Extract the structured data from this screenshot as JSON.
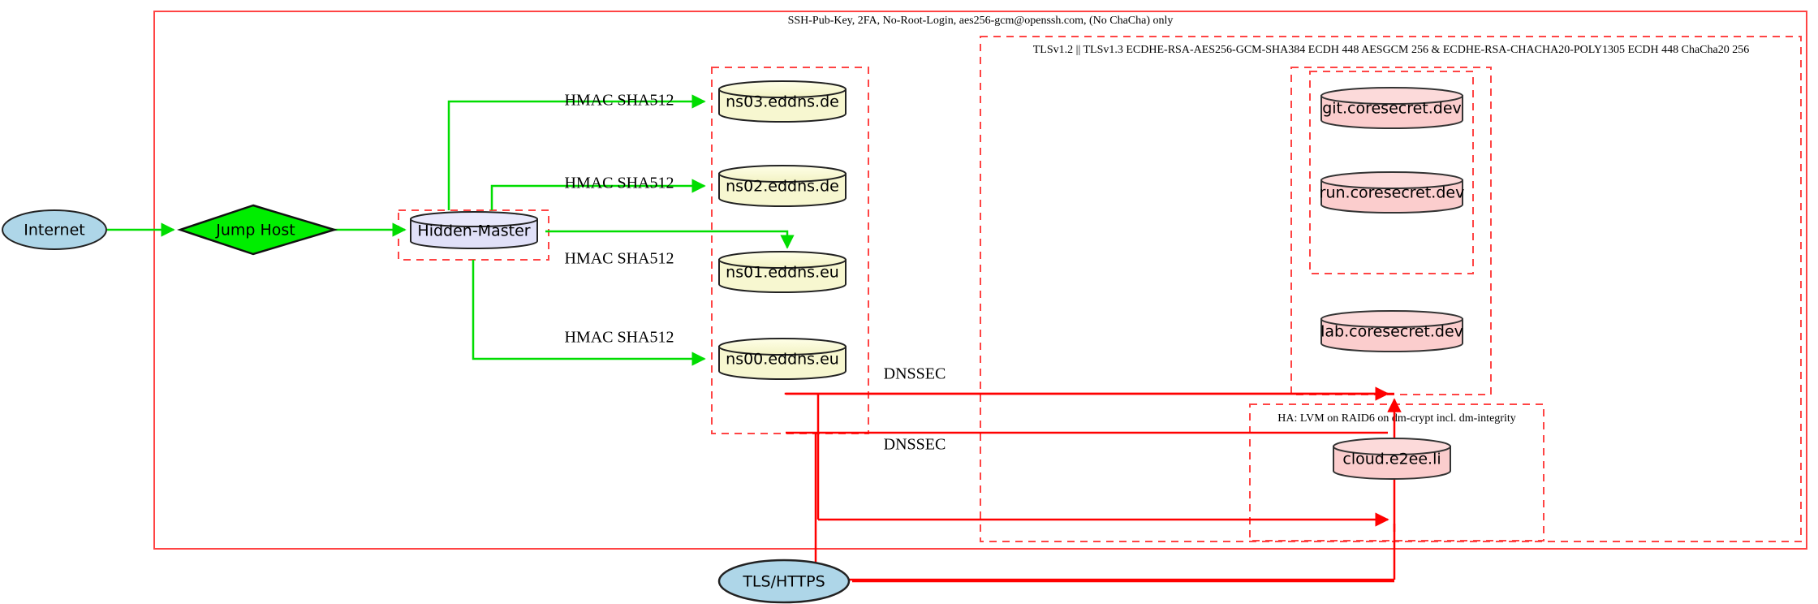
{
  "diagram": {
    "title": "Hidden-Master DNS and Service Infrastructure",
    "colors": {
      "boundary_red": "#ff5555",
      "solid_red": "#ff0000",
      "green_edge": "#00dd00",
      "jumphost_fill": "#00ee00",
      "internet_fill": "#aed6e8",
      "master_fill": "#e0e0f8",
      "ns_fill": "#f7f7d0",
      "service_fill": "#fbcdcd",
      "stroke_dark": "#333333"
    },
    "clusters": [
      {
        "id": "outer",
        "label": "SSH-Pub-Key, 2FA, No-Root-Login, aes256-gcm@openssh.com, (No ChaCha) only"
      },
      {
        "id": "tls",
        "label": "TLSv1.2 || TLSv1.3 ECDHE-RSA-AES256-GCM-SHA384 ECDH 448 AESGCM 256 & ECDHE-RSA-CHACHA20-POLY1305 ECDH 448 ChaCha20 256"
      },
      {
        "id": "ha",
        "label": "HA: LVM on RAID6 on dm-crypt incl. dm-integrity"
      },
      {
        "id": "hidden-master",
        "label": ""
      },
      {
        "id": "nameservers",
        "label": ""
      },
      {
        "id": "coresecret",
        "label": ""
      },
      {
        "id": "services",
        "label": ""
      }
    ],
    "nodes": [
      {
        "id": "internet",
        "label": "Internet",
        "shape": "ellipse",
        "fill": "#aed6e8"
      },
      {
        "id": "jumphost",
        "label": "Jump Host",
        "shape": "diamond",
        "fill": "#00ee00"
      },
      {
        "id": "hiddenmaster",
        "label": "Hidden-Master",
        "shape": "cylinder",
        "fill": "#e0e0f8"
      },
      {
        "id": "ns03",
        "label": "ns03.eddns.de",
        "shape": "cylinder",
        "fill": "#f7f7d0"
      },
      {
        "id": "ns02",
        "label": "ns02.eddns.de",
        "shape": "cylinder",
        "fill": "#f7f7d0"
      },
      {
        "id": "ns01",
        "label": "ns01.eddns.eu",
        "shape": "cylinder",
        "fill": "#f7f7d0"
      },
      {
        "id": "ns00",
        "label": "ns00.eddns.eu",
        "shape": "cylinder",
        "fill": "#f7f7d0"
      },
      {
        "id": "git",
        "label": "git.coresecret.dev",
        "shape": "cylinder",
        "fill": "#fbcdcd"
      },
      {
        "id": "run",
        "label": "run.coresecret.dev",
        "shape": "cylinder",
        "fill": "#fbcdcd"
      },
      {
        "id": "lab",
        "label": "lab.coresecret.dev",
        "shape": "cylinder",
        "fill": "#fbcdcd"
      },
      {
        "id": "cloud",
        "label": "cloud.e2ee.li",
        "shape": "cylinder",
        "fill": "#fbcdcd"
      },
      {
        "id": "tlshttps",
        "label": "TLS/HTTPS",
        "shape": "ellipse",
        "fill": "#aed6e8"
      }
    ],
    "edges": [
      {
        "id": "e-internet-jumphost",
        "from": "internet",
        "to": "jumphost",
        "label": "",
        "color": "#00dd00"
      },
      {
        "id": "e-jumphost-master",
        "from": "jumphost",
        "to": "hiddenmaster",
        "label": "",
        "color": "#00dd00"
      },
      {
        "id": "e-master-ns03",
        "from": "hiddenmaster",
        "to": "ns03",
        "label": "HMAC SHA512",
        "color": "#00dd00"
      },
      {
        "id": "e-master-ns02",
        "from": "hiddenmaster",
        "to": "ns02",
        "label": "HMAC SHA512",
        "color": "#00dd00"
      },
      {
        "id": "e-master-ns01",
        "from": "hiddenmaster",
        "to": "ns01",
        "label": "HMAC SHA512",
        "color": "#00dd00"
      },
      {
        "id": "e-master-ns00",
        "from": "hiddenmaster",
        "to": "ns00",
        "label": "HMAC SHA512",
        "color": "#00dd00"
      },
      {
        "id": "e-dnssec-upper",
        "from": "nameservers",
        "to": "coresecret",
        "label": "DNSSEC",
        "color": "#ff0000"
      },
      {
        "id": "e-dnssec-lower",
        "from": "nameservers",
        "to": "ha",
        "label": "DNSSEC",
        "color": "#ff0000"
      },
      {
        "id": "e-tls-coresecret",
        "from": "tlshttps",
        "to": "coresecret",
        "label": "",
        "color": "#ff0000"
      },
      {
        "id": "e-tls-ha",
        "from": "tlshttps",
        "to": "ha",
        "label": "",
        "color": "#ff0000"
      }
    ],
    "edge_labels": {
      "hmac": "HMAC SHA512",
      "dnssec": "DNSSEC"
    }
  }
}
